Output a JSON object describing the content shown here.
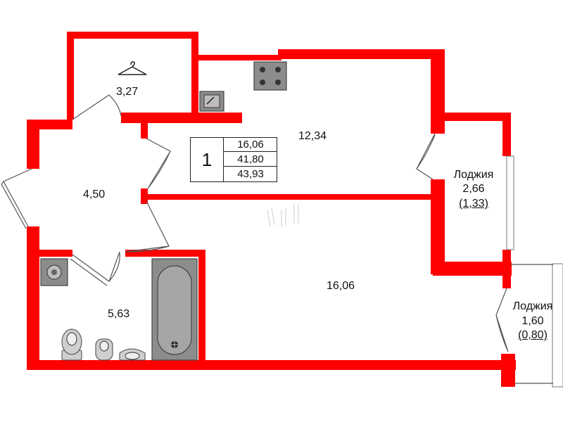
{
  "apartment": {
    "rooms_count": "1",
    "areas": [
      "16,06",
      "41,80",
      "43,93"
    ]
  },
  "rooms": {
    "wardrobe": "3,27",
    "kitchen": "12,34",
    "hall": "4,50",
    "living": "16,06",
    "bathroom": "5,63",
    "loggia_1": {
      "label": "Лоджия",
      "area": "2,66",
      "reduced": "(1,33)"
    },
    "loggia_2": {
      "label": "Лоджия",
      "area": "1,60",
      "reduced": "(0,80)"
    }
  },
  "colors": {
    "wall": "#ff0000",
    "fixture": "#8c8c8c"
  },
  "icons": [
    "hanger-icon",
    "stove-icon",
    "sink-icon",
    "washing-machine-icon",
    "bathtub-icon",
    "toilet-icon",
    "bidet-icon",
    "washbasin-icon",
    "compass-icon"
  ]
}
